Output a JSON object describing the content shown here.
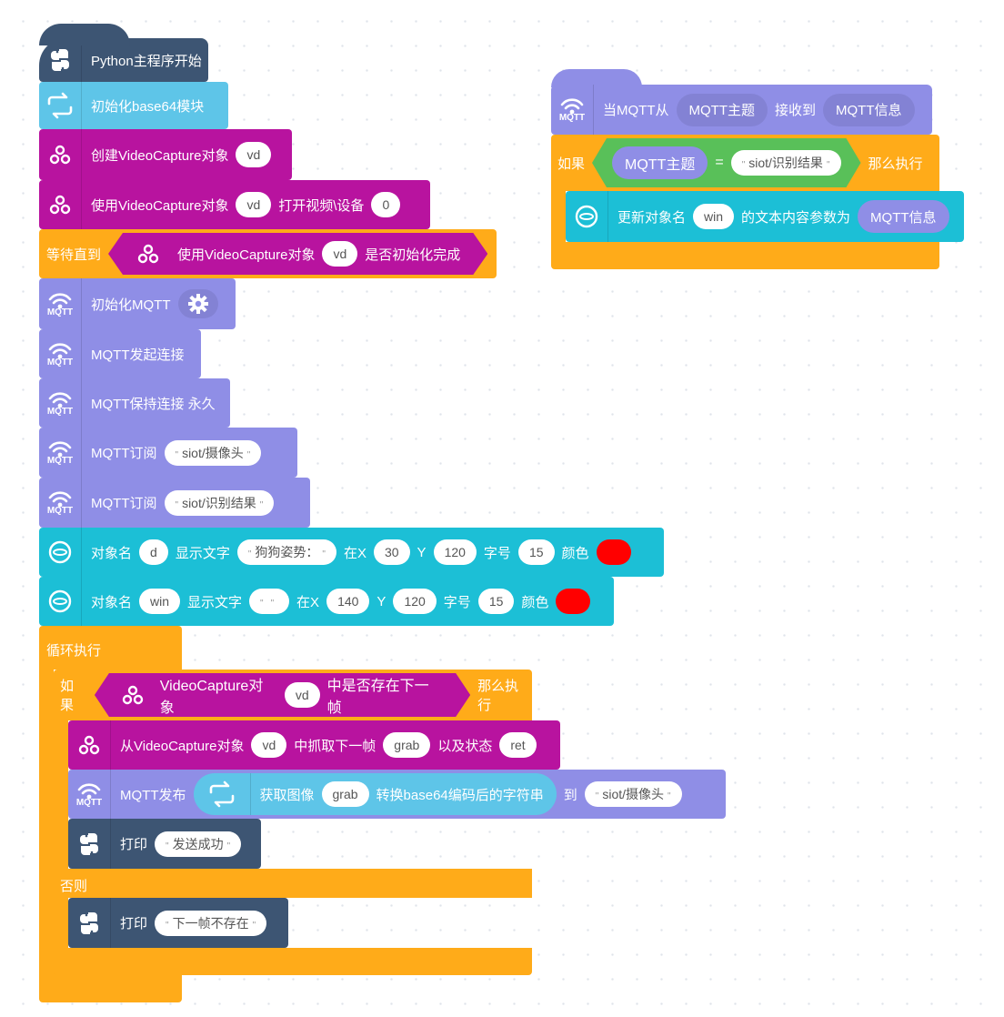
{
  "main_script": {
    "start": "Python主程序开始",
    "init_base64": "初始化base64模块",
    "create_vc": {
      "label": "创建VideoCapture对象",
      "obj": "vd"
    },
    "open_vc": {
      "label": "使用VideoCapture对象",
      "obj": "vd",
      "label2": "打开视频\\设备",
      "device": "0"
    },
    "wait_until": {
      "label": "等待直到",
      "inner": "使用VideoCapture对象",
      "obj": "vd",
      "tail": "是否初始化完成"
    },
    "init_mqtt": "初始化MQTT",
    "mqtt_connect": "MQTT发起连接",
    "mqtt_keep": "MQTT保持连接 永久",
    "subscribe1": {
      "label": "MQTT订阅",
      "topic": "siot/摄像头"
    },
    "subscribe2": {
      "label": "MQTT订阅",
      "topic": "siot/识别结果"
    },
    "display1": {
      "obj_label": "对象名",
      "obj": "d",
      "show_text": "显示文字",
      "text": "狗狗姿势：",
      "at_x": "在X",
      "x": "30",
      "y_label": "Y",
      "y": "120",
      "size_label": "字号",
      "size": "15",
      "color_label": "颜色",
      "color": "#ff0000"
    },
    "display2": {
      "obj_label": "对象名",
      "obj": "win",
      "show_text": "显示文字",
      "text": "",
      "at_x": "在X",
      "x": "140",
      "y_label": "Y",
      "y": "120",
      "size_label": "字号",
      "size": "15",
      "color_label": "颜色",
      "color": "#ff0000"
    },
    "loop": "循环执行",
    "if_block": {
      "if_label": "如果",
      "cond": "VideoCapture对象",
      "obj": "vd",
      "cond_tail": "中是否存在下一帧",
      "then": "那么执行",
      "else": "否则"
    },
    "read_frame": {
      "label": "从VideoCapture对象",
      "obj": "vd",
      "mid": "中抓取下一帧",
      "frame": "grab",
      "status_label": "以及状态",
      "status": "ret"
    },
    "publish": {
      "label": "MQTT发布",
      "get_image": "获取图像",
      "frame": "grab",
      "convert": "转换base64编码后的字符串",
      "to": "到",
      "topic": "siot/摄像头"
    },
    "print1": {
      "label": "打印",
      "text": "发送成功"
    },
    "print2": {
      "label": "打印",
      "text": "下一帧不存在"
    }
  },
  "event_script": {
    "hat": {
      "when": "当MQTT从",
      "topic_var": "MQTT主题",
      "received": "接收到",
      "msg_var": "MQTT信息"
    },
    "if_label": "如果",
    "cond_var": "MQTT主题",
    "eq": "=",
    "cond_value": "siot/识别结果",
    "then": "那么执行",
    "update": {
      "label": "更新对象名",
      "obj": "win",
      "mid": "的文本内容参数为",
      "value": "MQTT信息"
    }
  },
  "icons": {
    "python": "python-logo-icon",
    "base64": "loop-arrows-icon",
    "opencv": "opencv-logo-icon",
    "mqtt": "mqtt-wifi-icon",
    "display": "display-oval-icon",
    "gear": "gear-icon"
  },
  "colors": {
    "python": "#3d5573",
    "base64": "#5ec5e8",
    "opencv": "#b8139f",
    "control": "#ffab19",
    "mqtt": "#8f8ee6",
    "display": "#1cbfd6"
  },
  "mqtt_word": "MQTT"
}
